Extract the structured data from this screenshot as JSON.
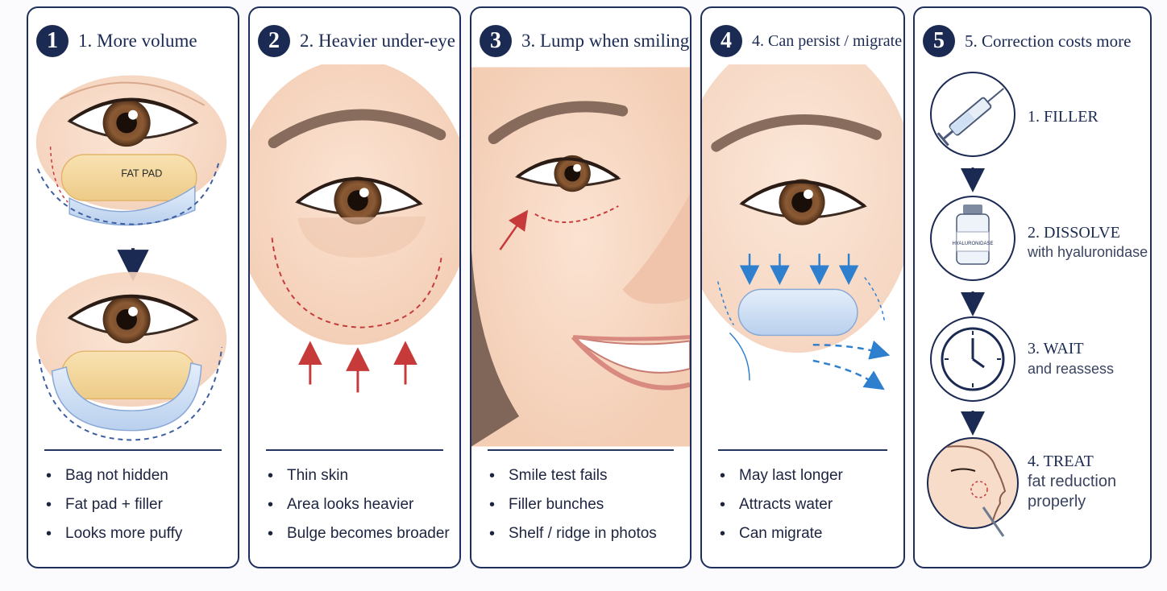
{
  "panels": [
    {
      "number": "1",
      "title": "1. More volume",
      "label": "FAT PAD",
      "bullets": [
        "Bag not hidden",
        "Fat pad + filler",
        "Looks more puffy"
      ]
    },
    {
      "number": "2",
      "title": "2. Heavier under-eye",
      "bullets": [
        "Thin skin",
        "Area looks heavier",
        "Bulge becomes broader"
      ]
    },
    {
      "number": "3",
      "title": "3. Lump when smiling",
      "bullets": [
        "Smile test fails",
        "Filler bunches",
        "Shelf / ridge in photos"
      ]
    },
    {
      "number": "4",
      "title": "4. Can persist / migrate",
      "bullets": [
        "May last longer",
        "Attracts water",
        "Can migrate"
      ]
    },
    {
      "number": "5",
      "title": "5. Correction costs more",
      "steps": [
        {
          "title": "1. FILLER",
          "sub": "",
          "icon": "syringe-icon"
        },
        {
          "title": "2. DISSOLVE",
          "sub": "with hyaluronidase",
          "icon": "vial-icon",
          "vial_label": "HYALURONIDASE"
        },
        {
          "title": "3. WAIT",
          "sub": "and reassess",
          "icon": "clock-icon"
        },
        {
          "title": "4. TREAT",
          "sub": "fat reduction properly",
          "sub_line1": "fat reduction",
          "sub_line2": "properly",
          "icon": "face-profile-icon"
        }
      ]
    }
  ],
  "colors": {
    "navy": "#1b2a52",
    "border": "#1e2f5c",
    "red_arrow": "#c63a3a",
    "blue_arrow": "#2f7fcf",
    "skin": "#f6d8c4",
    "fat": "#f3d28f",
    "filler": "#cfe0f4"
  }
}
